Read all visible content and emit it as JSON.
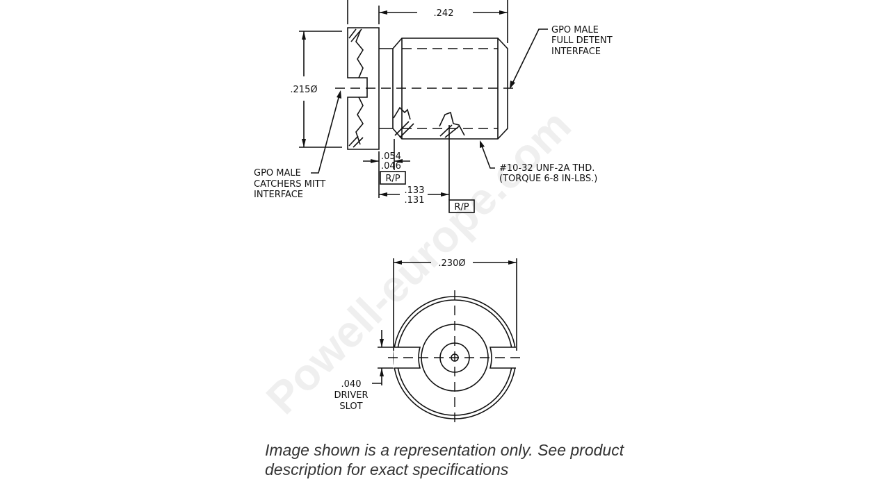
{
  "watermark": "Powell-europe.com",
  "side_view": {
    "dim_length": ".242",
    "dim_diameter": ".215Ø",
    "callout_full_detent": [
      "GPO MALE",
      "FULL DETENT",
      "INTERFACE"
    ],
    "callout_catchers_mitt": [
      "GPO MALE",
      "CATCHERS MITT",
      "INTERFACE"
    ],
    "dim_flange_upper": ".054",
    "dim_flange_lower": ".046",
    "rp_label_1": "R/P",
    "dim_thread_upper": ".133",
    "dim_thread_lower": ".131",
    "rp_label_2": "R/P",
    "thread_callout": [
      "#10-32 UNF-2A THD.",
      "(TORQUE 6-8 IN-LBS.)"
    ]
  },
  "end_view": {
    "dim_diameter": ".230Ø",
    "slot_callout": [
      ".040",
      "DRIVER",
      "SLOT"
    ]
  },
  "caption": {
    "line1": "Image shown is a representation only. See product",
    "line2": "description for exact specifications"
  }
}
